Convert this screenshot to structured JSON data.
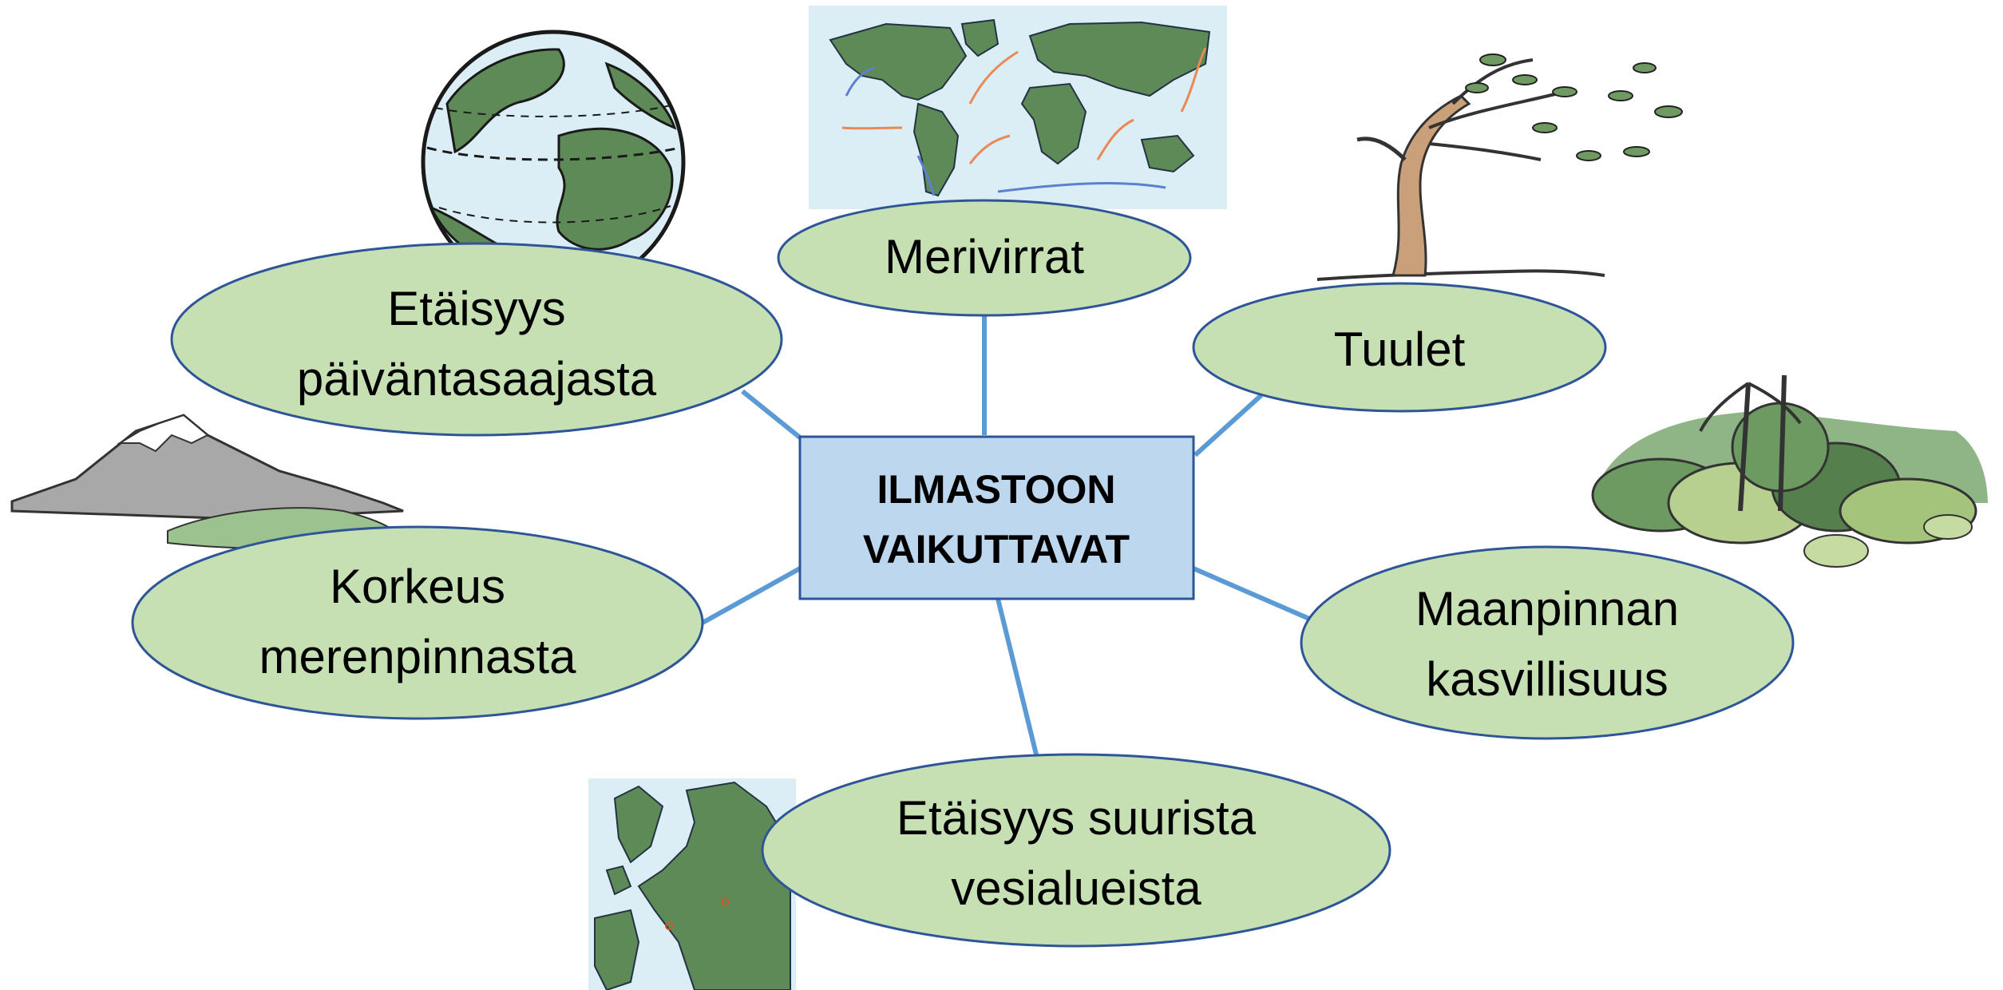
{
  "center": {
    "line1": "ILMASTOON",
    "line2": "VAIKUTTAVAT"
  },
  "nodes": {
    "merivirrat": {
      "line1": "Merivirrat"
    },
    "tuulet": {
      "line1": "Tuulet"
    },
    "etaisyys_paivantasaajasta": {
      "line1": "Etäisyys",
      "line2": "päiväntasaajasta"
    },
    "korkeus": {
      "line1": "Korkeus",
      "line2": "merenpinnasta"
    },
    "maanpinnan": {
      "line1": "Maanpinnan",
      "line2": "kasvillisuus"
    },
    "vesialueet": {
      "line1": "Etäisyys suurista",
      "line2": "vesialueista"
    }
  },
  "colors": {
    "ellipse_fill": "#c6e0b4",
    "ellipse_stroke": "#2e5597",
    "center_fill": "#bdd7ee",
    "center_stroke": "#2e5597",
    "connector": "#5b9bd5",
    "land": "#5e8a57",
    "water": "#dbeef5"
  },
  "icons": [
    "globe-icon",
    "world-ocean-currents-map-icon",
    "wind-blown-tree-icon",
    "mountain-icon",
    "vegetation-icon",
    "europe-map-icon"
  ]
}
